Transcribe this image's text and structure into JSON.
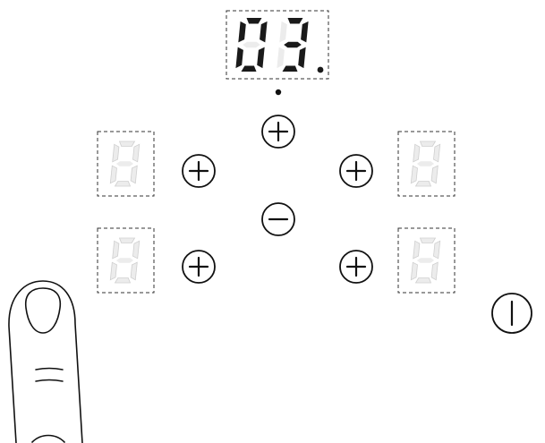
{
  "main_display": {
    "value": "03",
    "decimal_point": true
  },
  "zones": [
    {
      "id": "front-left",
      "level": "0",
      "active": false
    },
    {
      "id": "rear-left",
      "level": "0",
      "active": false
    },
    {
      "id": "front-right",
      "level": "0",
      "active": false
    },
    {
      "id": "rear-right",
      "level": "0",
      "active": false
    }
  ],
  "buttons": {
    "timer_plus": "plus-icon",
    "timer_minus": "minus-icon",
    "zone_plus": "plus-icon",
    "power": "power-icon"
  },
  "colors": {
    "segment_on": "#1a1a1a",
    "segment_off": "#ececec",
    "outline": "#111111"
  }
}
